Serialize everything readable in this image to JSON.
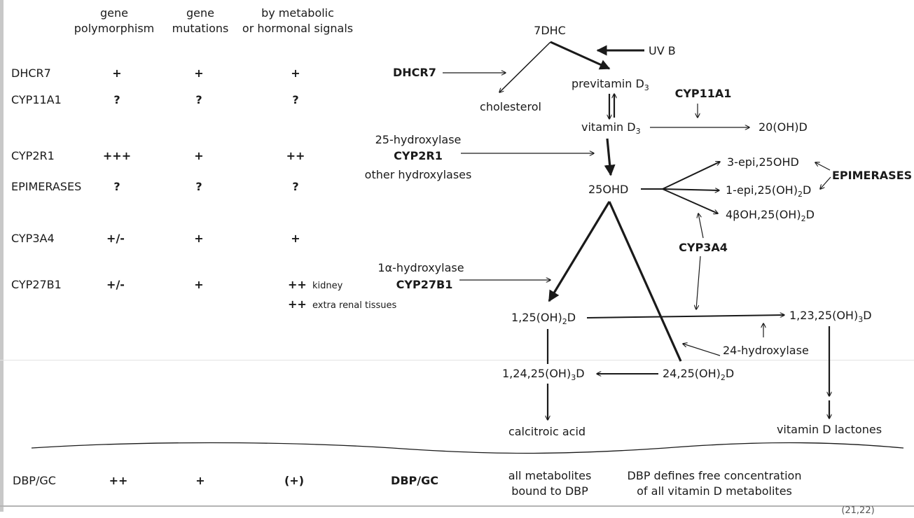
{
  "columns": {
    "polymorphism": "gene\npolymorphism",
    "mutations": "gene\nmutations",
    "signals": "by metabolic\nor hormonal signals"
  },
  "rows": [
    {
      "gene": "DHCR7",
      "poly": "+",
      "mut": "+",
      "sig": "+"
    },
    {
      "gene": "CYP11A1",
      "poly": "?",
      "mut": "?",
      "sig": "?"
    },
    {
      "gene": "CYP2R1",
      "poly": "+++",
      "mut": "+",
      "sig": "++"
    },
    {
      "gene": "EPIMERASES",
      "poly": "?",
      "mut": "?",
      "sig": "?"
    },
    {
      "gene": "CYP3A4",
      "poly": "+/-",
      "mut": "+",
      "sig": "+"
    },
    {
      "gene": "CYP27B1",
      "poly": "+/-",
      "mut": "+",
      "sig": "++",
      "sig_note": "kidney",
      "sig2": "++",
      "sig2_note": "extra renal tissues"
    }
  ],
  "dbp_row": {
    "gene": "DBP/GC",
    "poly": "++",
    "mut": "+",
    "sig": "(+)",
    "label": "DBP/GC"
  },
  "pathway": {
    "dhc": "7DHC",
    "uvb": "UV B",
    "dhcr7": "DHCR7",
    "cholesterol": "cholesterol",
    "previtamin": "previtamin D",
    "previtamin_sub": "3",
    "cyp11a1": "CYP11A1",
    "vitamin_d3": "vitamin D",
    "vitamin_d3_sub": "3",
    "oh20": "20(OH)D",
    "hydroxylase25": "25-hydroxylase",
    "cyp2r1": "CYP2R1",
    "other_hydroxylases": "other hydroxylases",
    "ohd25": "25OHD",
    "epi3": "3-epi,25OHD",
    "epi1_a": "1-epi,25(OH)",
    "epi1_sub": "2",
    "epi1_b": "D",
    "beta4_a": "4βOH,25(OH)",
    "beta4_sub": "2",
    "beta4_b": "D",
    "epimerases": "EPIMERASES",
    "cyp3a4": "CYP3A4",
    "hydroxylase1a": "1α-hydroxylase",
    "cyp27b1": "CYP27B1",
    "oh125_a": "1,25(OH)",
    "oh125_sub": "2",
    "oh125_b": "D",
    "oh12325_a": "1,23,25(OH)",
    "oh12325_sub": "3",
    "oh12325_b": "D",
    "hydroxylase24": "24-hydroxylase",
    "oh12425_a": "1,24,25(OH)",
    "oh12425_sub": "3",
    "oh12425_b": "D",
    "oh2425_a": "24,25(OH)",
    "oh2425_sub": "2",
    "oh2425_b": "D",
    "calcitroic": "calcitroic acid",
    "lactones": "vitamin D lactones"
  },
  "bottom": {
    "bound": "all metabolites\nbound to DBP",
    "free": "DBP defines free concentration\nof all vitamin D metabolites"
  },
  "footer_ref": "(21,22)"
}
